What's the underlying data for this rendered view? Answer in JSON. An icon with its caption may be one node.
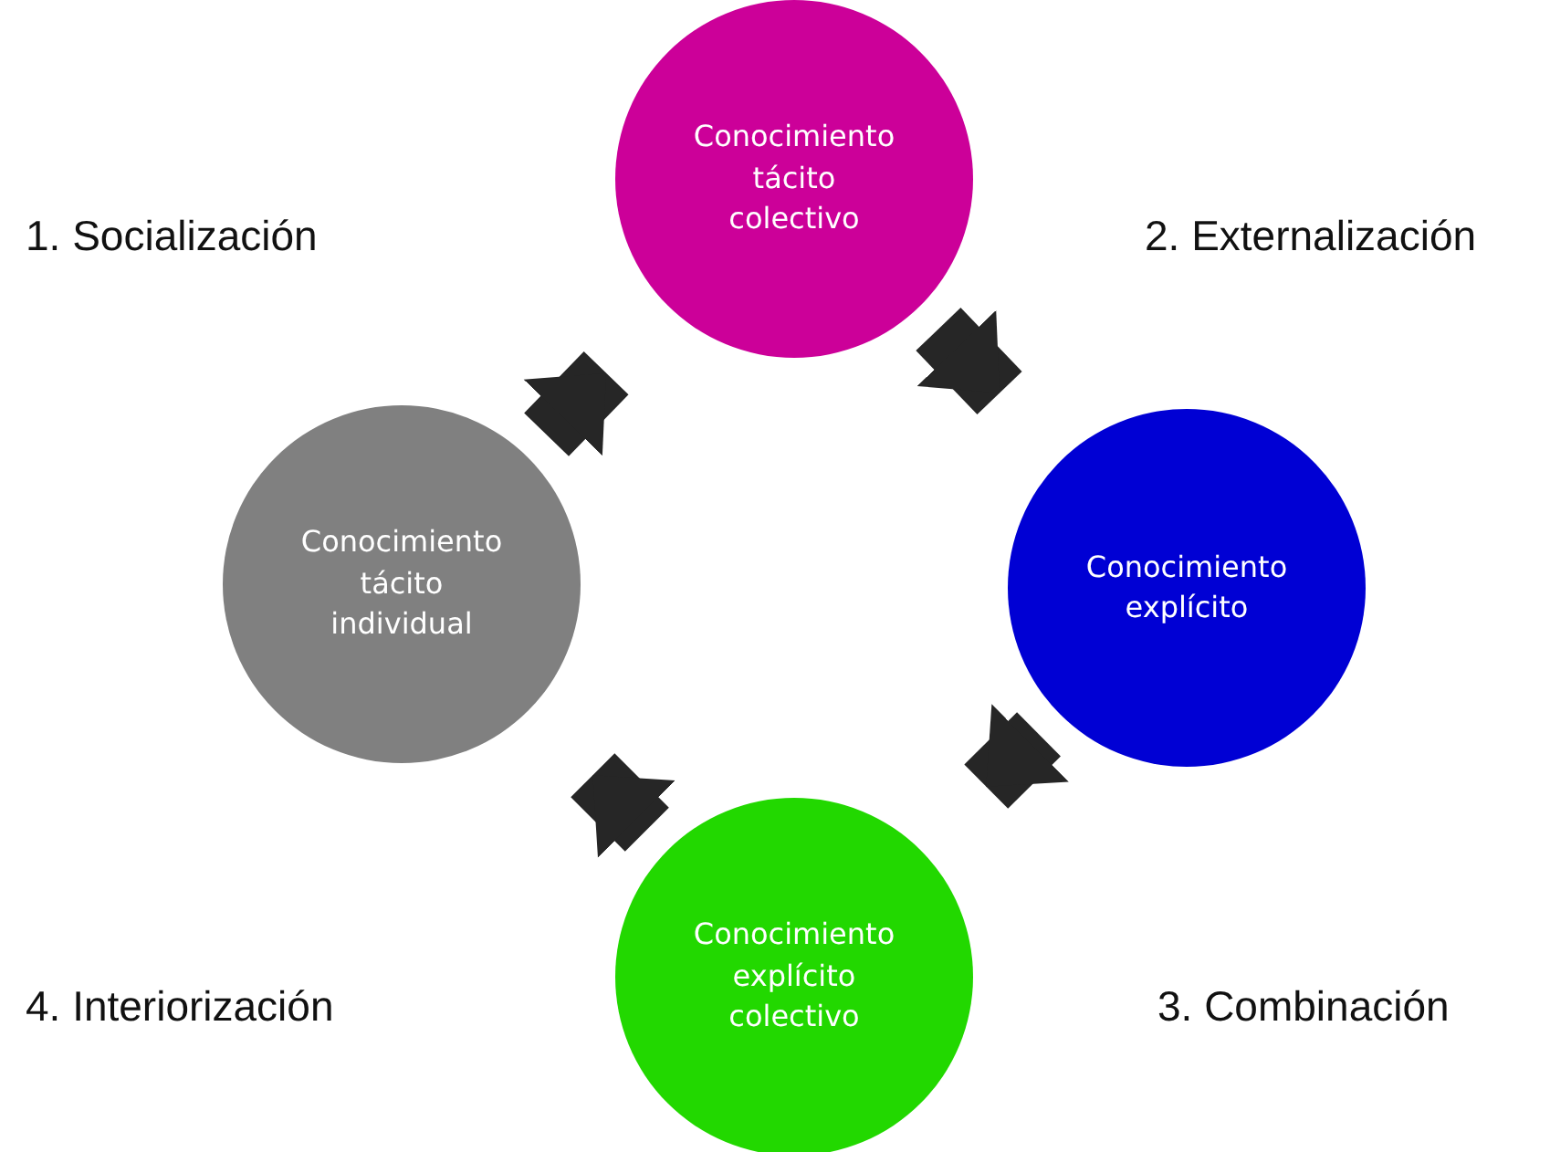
{
  "diagram": {
    "nodes": [
      {
        "text": [
          "Conocimiento tácito colectivo"
        ]
      },
      {
        "text": [
          "Conocimiento explícito"
        ]
      },
      {
        "text": [
          "Conocimiento explícito colectivo"
        ]
      },
      {
        "text": [
          "Conocimiento tácito individual"
        ]
      }
    ],
    "edges": [
      {
        "from": 3,
        "to": 0,
        "arrow": "to"
      },
      {
        "from": 0,
        "to": 1,
        "arrow": "to"
      },
      {
        "from": 1,
        "to": 2,
        "arrow": "to"
      },
      {
        "from": 2,
        "to": 3,
        "arrow": "to"
      }
    ],
    "labels": [
      "1. Socialización",
      "2. Externalización",
      "4. Interiorización",
      "3. Combinación"
    ]
  }
}
